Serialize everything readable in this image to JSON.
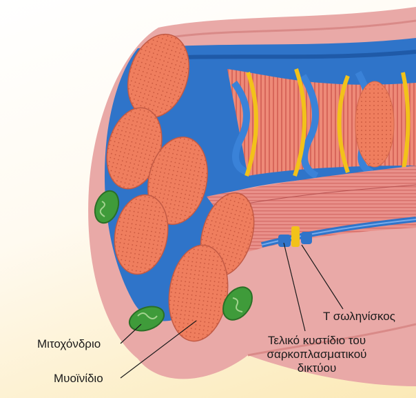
{
  "labels": {
    "t_tubule": "Τ σωληνίσκος",
    "terminal_cisterna": [
      "Τελικό κυστίδιο του",
      "σαρκοπλασματικού",
      "δικτύου"
    ],
    "mitochondrion": "Μιτοχόνδριο",
    "myofibril": "Μυοϊνίδιο"
  },
  "colors": {
    "sarcolemma": "#e9a9a7",
    "myofibril": "#ef7e5e",
    "sarcoplasmic_reticulum": "#2f74c9",
    "t_tubule": "#f2c21a",
    "mitochondrion": "#3f9b3a",
    "background_warm": "#fbe9b6"
  }
}
